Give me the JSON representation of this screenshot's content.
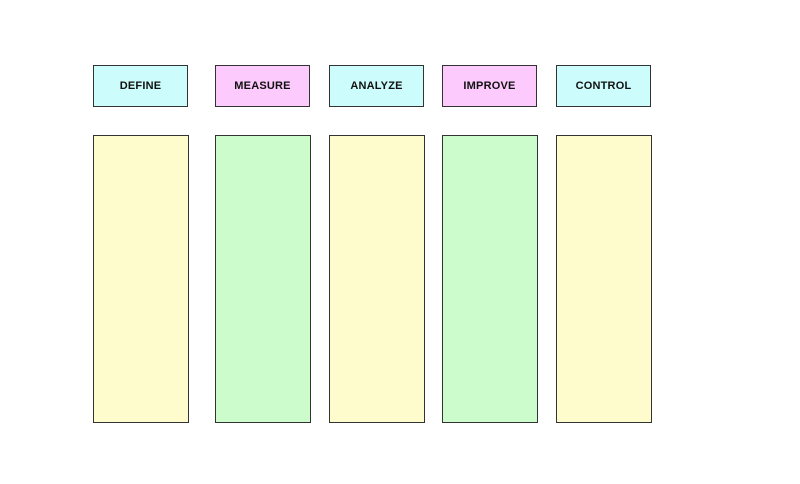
{
  "diagram": {
    "phases": [
      {
        "label": "DEFINE",
        "header_color": "#ccfcfc",
        "column_color": "#fefccc"
      },
      {
        "label": "MEASURE",
        "header_color": "#fccafc",
        "column_color": "#ccfccc"
      },
      {
        "label": "ANALYZE",
        "header_color": "#ccfcfc",
        "column_color": "#fefccc"
      },
      {
        "label": "IMPROVE",
        "header_color": "#fccafc",
        "column_color": "#ccfccc"
      },
      {
        "label": "CONTROL",
        "header_color": "#ccfcfc",
        "column_color": "#fefccc"
      }
    ]
  }
}
